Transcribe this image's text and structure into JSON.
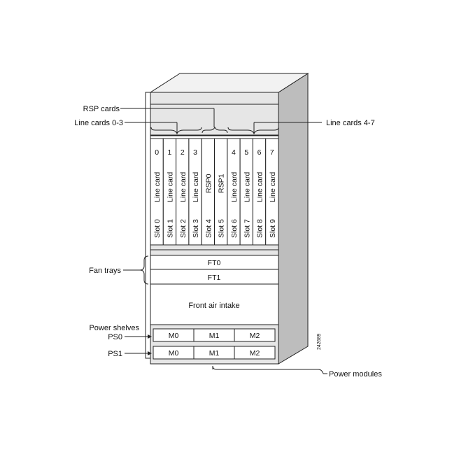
{
  "labels": {
    "rsp_cards": "RSP cards",
    "line_cards_left": "Line cards 0-3",
    "line_cards_right": "Line cards 4-7",
    "fan_trays": "Fan trays",
    "power_shelves": "Power shelves",
    "ps0": "PS0",
    "ps1": "PS1",
    "power_modules": "Power modules"
  },
  "slots": [
    {
      "number": "0",
      "card": "Line card",
      "slot": "Slot 0"
    },
    {
      "number": "1",
      "card": "Line card",
      "slot": "Slot 1"
    },
    {
      "number": "2",
      "card": "Line card",
      "slot": "Slot 2"
    },
    {
      "number": "3",
      "card": "Line card",
      "slot": "Slot 3"
    },
    {
      "number": "",
      "card": "RSP0",
      "slot": "Slot 4"
    },
    {
      "number": "",
      "card": "RSP1",
      "slot": "Slot 5"
    },
    {
      "number": "4",
      "card": "Line card",
      "slot": "Slot 6"
    },
    {
      "number": "5",
      "card": "Line card",
      "slot": "Slot 7"
    },
    {
      "number": "6",
      "card": "Line card",
      "slot": "Slot 8"
    },
    {
      "number": "7",
      "card": "Line card",
      "slot": "Slot 9"
    }
  ],
  "fan_trays": [
    "FT0",
    "FT1"
  ],
  "air_intake": "Front air intake",
  "power_shelves": [
    {
      "name": "PS0",
      "modules": [
        "M0",
        "M1",
        "M2"
      ]
    },
    {
      "name": "PS1",
      "modules": [
        "M0",
        "M1",
        "M2"
      ]
    }
  ],
  "figure_id": "242689",
  "colors": {
    "side_panel": "#bdbdbd",
    "top_panel": "#f2f2f2",
    "front_shade": "#e6e6e6",
    "outline": "#222222"
  }
}
